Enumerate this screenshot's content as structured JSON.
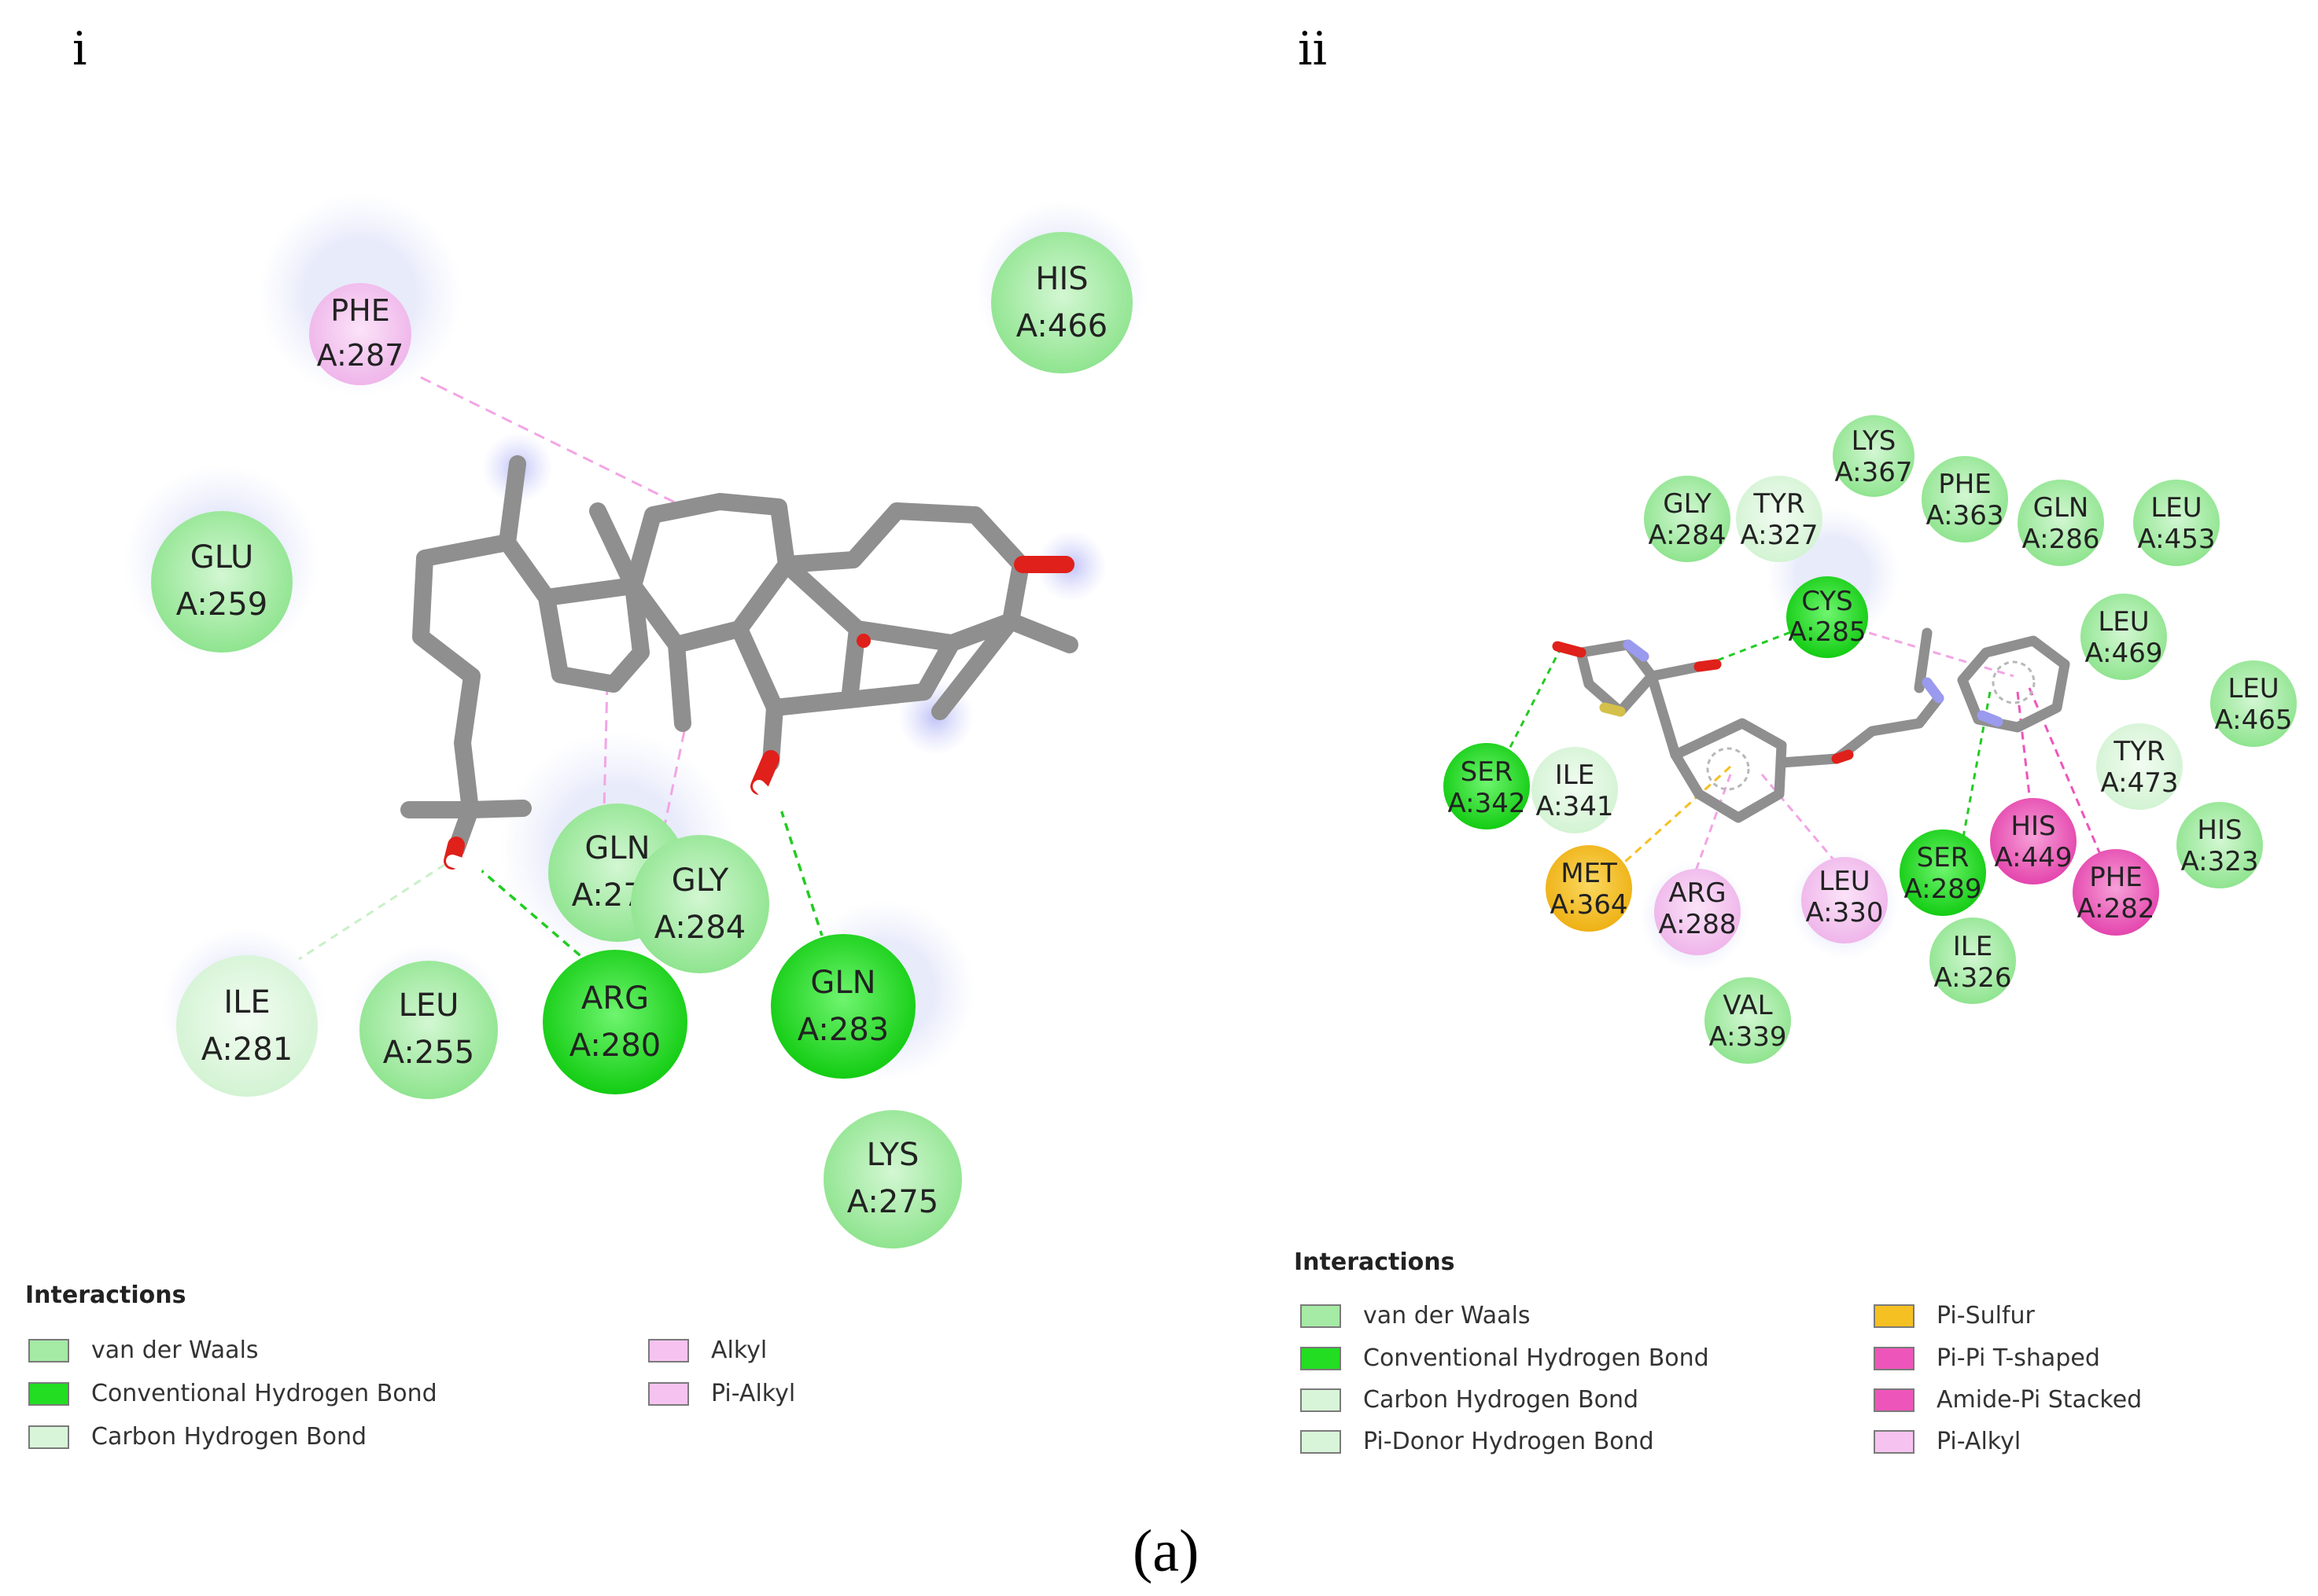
{
  "panel_i": {
    "label": "i",
    "residues": [
      {
        "name": "PHE",
        "id": "A:287",
        "type": "alkyl"
      },
      {
        "name": "HIS",
        "id": "A:466",
        "type": "vdw"
      },
      {
        "name": "GLU",
        "id": "A:259",
        "type": "vdw"
      },
      {
        "name": "GLN",
        "id": "A:273",
        "type": "vdw"
      },
      {
        "name": "GLY",
        "id": "A:284",
        "type": "vdw"
      },
      {
        "name": "ILE",
        "id": "A:281",
        "type": "carbon-hb"
      },
      {
        "name": "LEU",
        "id": "A:255",
        "type": "vdw"
      },
      {
        "name": "ARG",
        "id": "A:280",
        "type": "conv-hb"
      },
      {
        "name": "GLN",
        "id": "A:283",
        "type": "conv-hb"
      },
      {
        "name": "LYS",
        "id": "A:275",
        "type": "vdw"
      }
    ],
    "legend": {
      "title": "Interactions",
      "items": [
        {
          "label": "van der Waals",
          "color": "#a5eaa5"
        },
        {
          "label": "Conventional Hydrogen Bond",
          "color": "#22dd22"
        },
        {
          "label": "Carbon Hydrogen Bond",
          "color": "#d9f5d9"
        },
        {
          "label": "Alkyl",
          "color": "#f6c3f0"
        },
        {
          "label": "Pi-Alkyl",
          "color": "#f6c3f0"
        }
      ]
    }
  },
  "panel_ii": {
    "label": "ii",
    "residues": [
      {
        "name": "LYS",
        "id": "A:367",
        "type": "vdw"
      },
      {
        "name": "GLY",
        "id": "A:284",
        "type": "vdw"
      },
      {
        "name": "TYR",
        "id": "A:327",
        "type": "carbon-hb"
      },
      {
        "name": "PHE",
        "id": "A:363",
        "type": "vdw"
      },
      {
        "name": "GLN",
        "id": "A:286",
        "type": "vdw"
      },
      {
        "name": "LEU",
        "id": "A:453",
        "type": "vdw"
      },
      {
        "name": "CYS",
        "id": "A:285",
        "type": "conv-hb"
      },
      {
        "name": "LEU",
        "id": "A:469",
        "type": "vdw"
      },
      {
        "name": "LEU",
        "id": "A:465",
        "type": "vdw"
      },
      {
        "name": "SER",
        "id": "A:342",
        "type": "conv-hb"
      },
      {
        "name": "ILE",
        "id": "A:341",
        "type": "carbon-hb"
      },
      {
        "name": "TYR",
        "id": "A:473",
        "type": "carbon-hb"
      },
      {
        "name": "HIS",
        "id": "A:323",
        "type": "vdw"
      },
      {
        "name": "MET",
        "id": "A:364",
        "type": "pi-sulfur"
      },
      {
        "name": "ARG",
        "id": "A:288",
        "type": "pi-alkyl"
      },
      {
        "name": "LEU",
        "id": "A:330",
        "type": "pi-alkyl"
      },
      {
        "name": "SER",
        "id": "A:289",
        "type": "conv-hb"
      },
      {
        "name": "HIS",
        "id": "A:449",
        "type": "pi-pi"
      },
      {
        "name": "PHE",
        "id": "A:282",
        "type": "pi-pi"
      },
      {
        "name": "ILE",
        "id": "A:326",
        "type": "vdw"
      },
      {
        "name": "VAL",
        "id": "A:339",
        "type": "vdw"
      }
    ],
    "legend": {
      "title": "Interactions",
      "items": [
        {
          "label": "van der Waals",
          "color": "#a5eaa5"
        },
        {
          "label": "Conventional Hydrogen Bond",
          "color": "#22dd22"
        },
        {
          "label": "Carbon Hydrogen Bond",
          "color": "#d9f5d9"
        },
        {
          "label": "Pi-Donor Hydrogen Bond",
          "color": "#d9f5d9"
        },
        {
          "label": "Pi-Sulfur",
          "color": "#f5c021"
        },
        {
          "label": "Pi-Pi T-shaped",
          "color": "#ee55bb"
        },
        {
          "label": "Amide-Pi Stacked",
          "color": "#ee55bb"
        },
        {
          "label": "Pi-Alkyl",
          "color": "#f6c3f0"
        }
      ]
    }
  },
  "caption": "(a)",
  "colors": {
    "vdw": "#a5eaa5",
    "conv-hb": "#22dd22",
    "carbon-hb": "#d9f5d9",
    "alkyl": "#f6c3f0",
    "pi-alkyl": "#f6c3f0",
    "pi-sulfur": "#f5c021",
    "pi-pi": "#ee55bb",
    "bond": "#8c8c8c",
    "oxygen": "#e0201a",
    "nitrogen": "#9a9aee",
    "sulfur": "#d4c04a"
  }
}
